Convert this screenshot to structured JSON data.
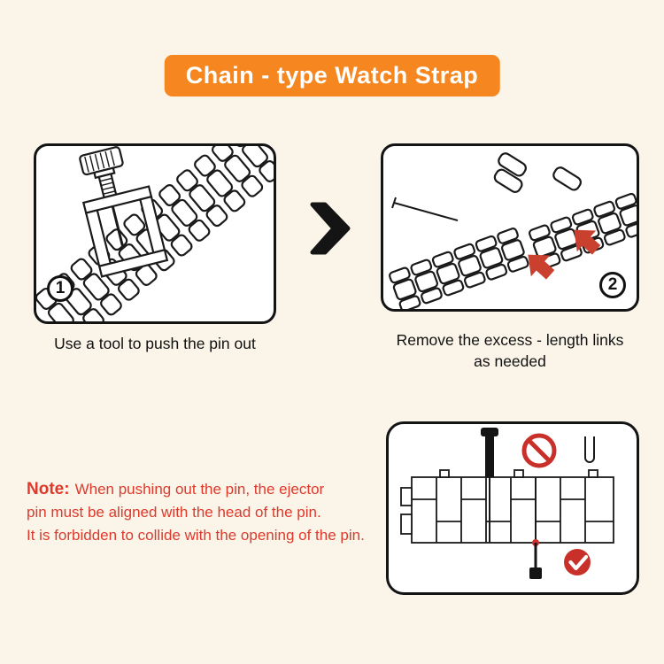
{
  "page": {
    "background": "#FBF5E9"
  },
  "header": {
    "title": "Chain - type Watch Strap",
    "bg_color": "#F6861F",
    "text_color": "#FFFFFF"
  },
  "steps": [
    {
      "number": "1",
      "caption_line1": "Use a tool to push the pin out",
      "caption_line2": ""
    },
    {
      "number": "2",
      "caption_line1": "Remove the excess - length links",
      "caption_line2": "as needed"
    }
  ],
  "note": {
    "label": "Note:",
    "lines": [
      "When pushing out the pin, the ejector",
      "pin must be aligned with the head of the pin.",
      "It is forbidden to collide with the opening of the pin."
    ],
    "color": "#DD3A2C"
  },
  "colors": {
    "accent_red": "#C9412E",
    "line_black": "#1A1A1A",
    "panel_border": "#141414"
  },
  "icons": {
    "chevron": "next-step-chevron-icon",
    "prohibition": "prohibition-icon",
    "check": "check-icon",
    "arrow": "red-arrow-icon"
  }
}
